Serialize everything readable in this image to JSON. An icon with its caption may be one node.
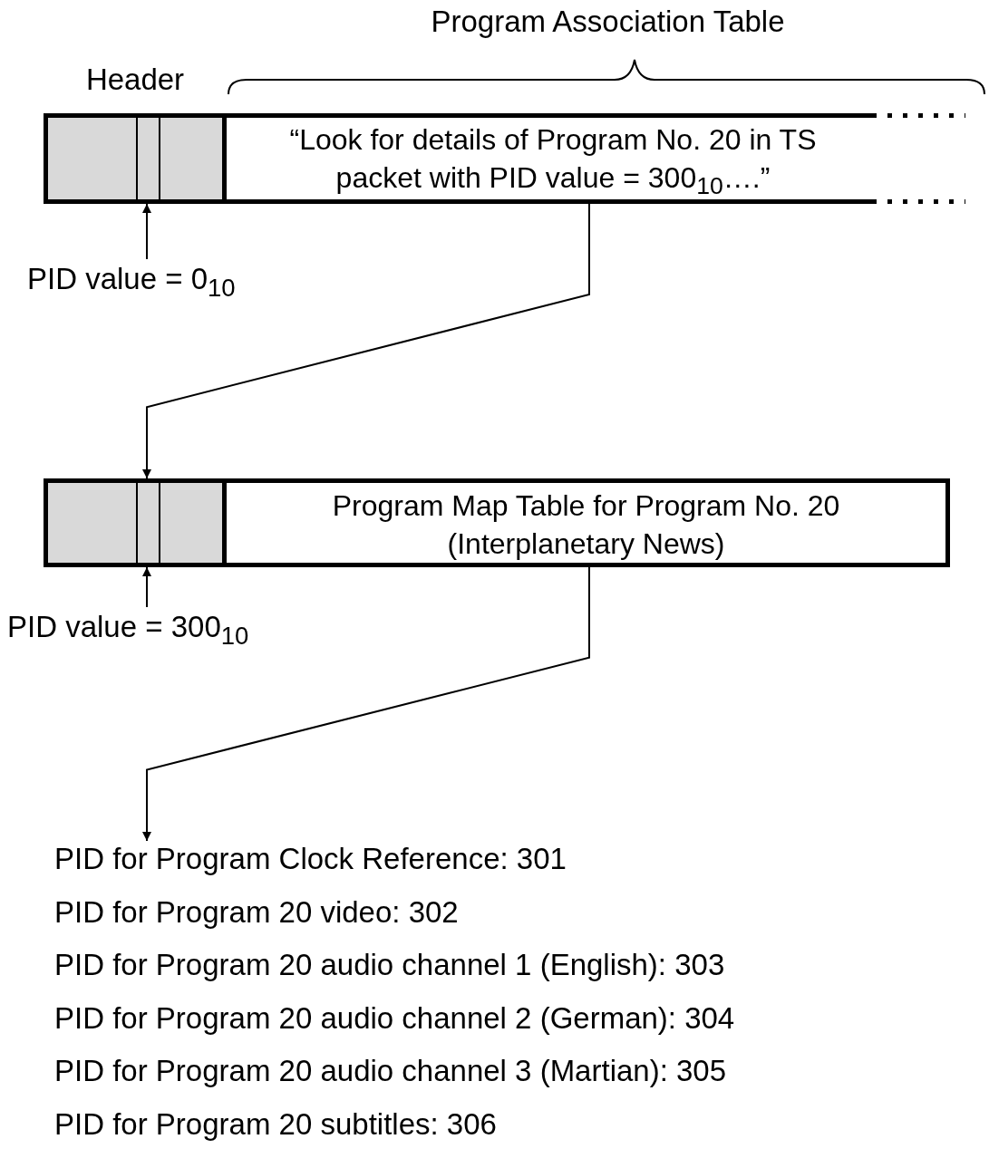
{
  "diagram": {
    "nodes": [
      {
        "text": [
          "Header"
        ]
      },
      {
        "text": [
          "Program Association Table",
          "“Look for details of Program No. 20 in TS packet with PID value = 300$_{10}$….”"
        ]
      },
      {
        "text": [
          "PID value = 0$_{10}$"
        ]
      },
      {
        "text": [],
        "shape": "box"
      },
      {
        "text": [
          "Program Map Table for Program No. 20 (Interplanetary News)"
        ]
      },
      {
        "text": [
          "PID value = 300$_{10}$"
        ]
      },
      {
        "text": [
          "PID for Program Clock Reference: 301",
          "PID for Program 20 video: 302",
          "PID for Program 20 audio channel 1 (English): 303",
          "PID for Program 20 audio channel 2 (German): 304",
          "PID for Program 20 audio channel 3 (Martian): 305",
          "PID for Program 20 subtitles: 306"
        ]
      }
    ],
    "edges": [
      {
        "from": 2,
        "to": 0,
        "arrow": "to"
      },
      {
        "from": 1,
        "to": 3,
        "arrow": "to"
      },
      {
        "from": 5,
        "to": 3,
        "arrow": "to"
      },
      {
        "from": 4,
        "to": 6,
        "arrow": "to"
      }
    ]
  }
}
